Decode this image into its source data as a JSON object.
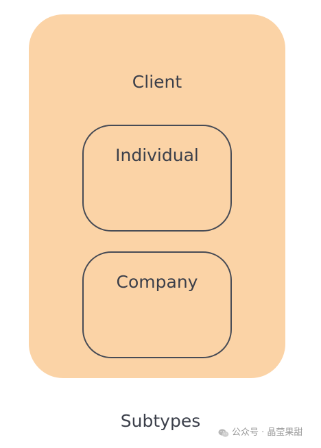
{
  "diagram": {
    "supertype": {
      "label": "Client",
      "fill_color": "#fbd3a6"
    },
    "subtypes": [
      {
        "label": "Individual"
      },
      {
        "label": "Company"
      }
    ],
    "caption": "Subtypes"
  },
  "watermark": {
    "icon": "wechat-icon",
    "text": "公众号 · 晶莹果甜"
  }
}
